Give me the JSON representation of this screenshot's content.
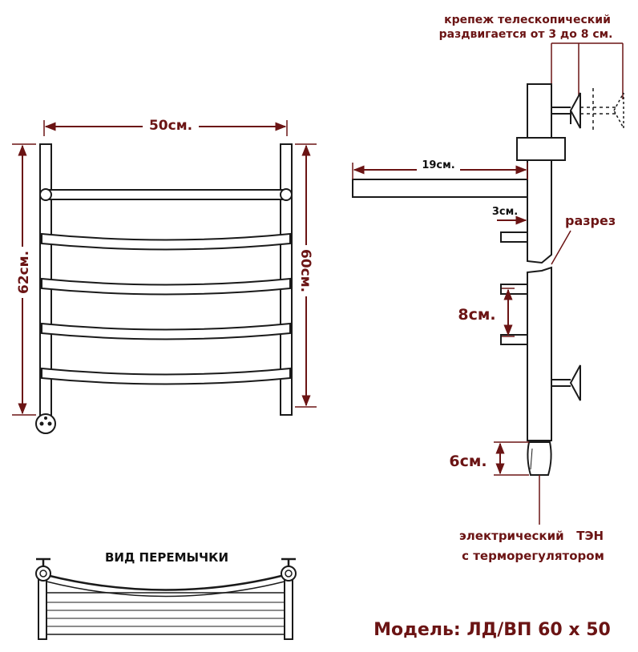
{
  "front_view": {
    "width_label": "50см.",
    "height_outer_label": "62см.",
    "height_inner_label": "60см."
  },
  "side_view": {
    "mount_note_line1": "крепеж телескопический",
    "mount_note_line2": "раздвигается от 3 до 8 см.",
    "depth_label": "19см.",
    "gap_label": "3см.",
    "section_label": "разрез",
    "spacing_label": "8см.",
    "heater_length_label": "6см.",
    "heater_note_line1": "электрический   ТЭН",
    "heater_note_line2": "с терморегулятором"
  },
  "jumper_view": {
    "title": "ВИД ПЕРЕМЫЧКИ"
  },
  "model_label": "Модель: ЛД/ВП 60 х 50",
  "colors": {
    "label": "#6b1414",
    "outline": "#1a1a1a",
    "dimension_line": "#6b1414"
  }
}
